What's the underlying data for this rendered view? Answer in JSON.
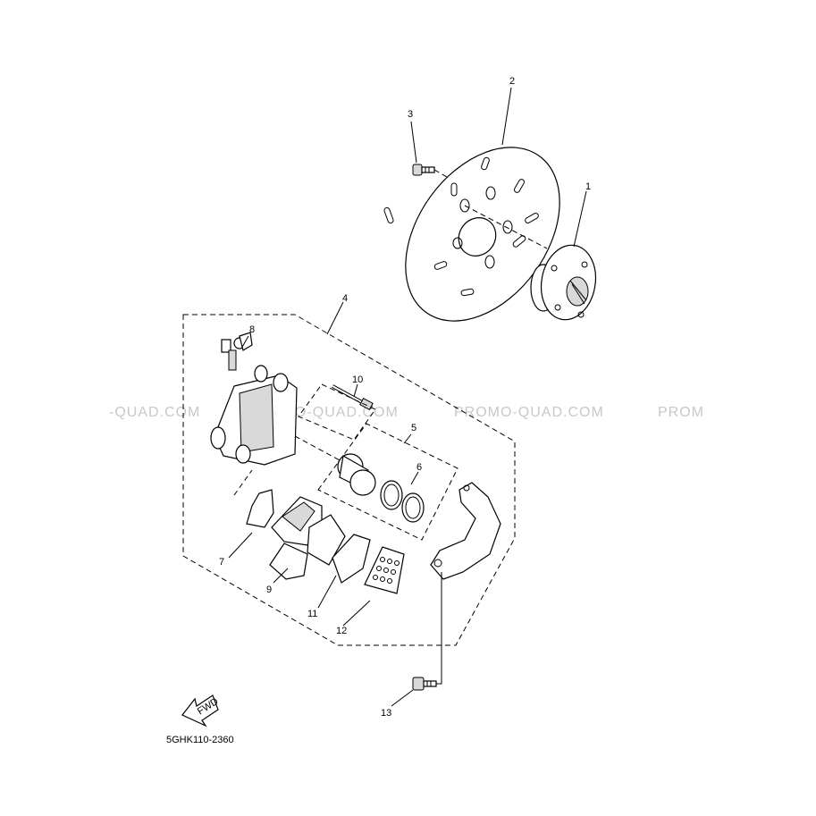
{
  "watermark": {
    "segments": [
      "-QUAD.COM",
      "PROMO-QUAD.COM",
      "PROMO-QUAD.COM",
      "PROM"
    ]
  },
  "callouts": {
    "p1": "1",
    "p2": "2",
    "p3": "3",
    "p4": "4",
    "p5": "5",
    "p6": "6",
    "p7": "7",
    "p8": "8",
    "p9": "9",
    "p10": "10",
    "p11": "11",
    "p12": "12",
    "p13": "13"
  },
  "fwd_label": "FWD",
  "diagram_code": "5GHK110-2360"
}
